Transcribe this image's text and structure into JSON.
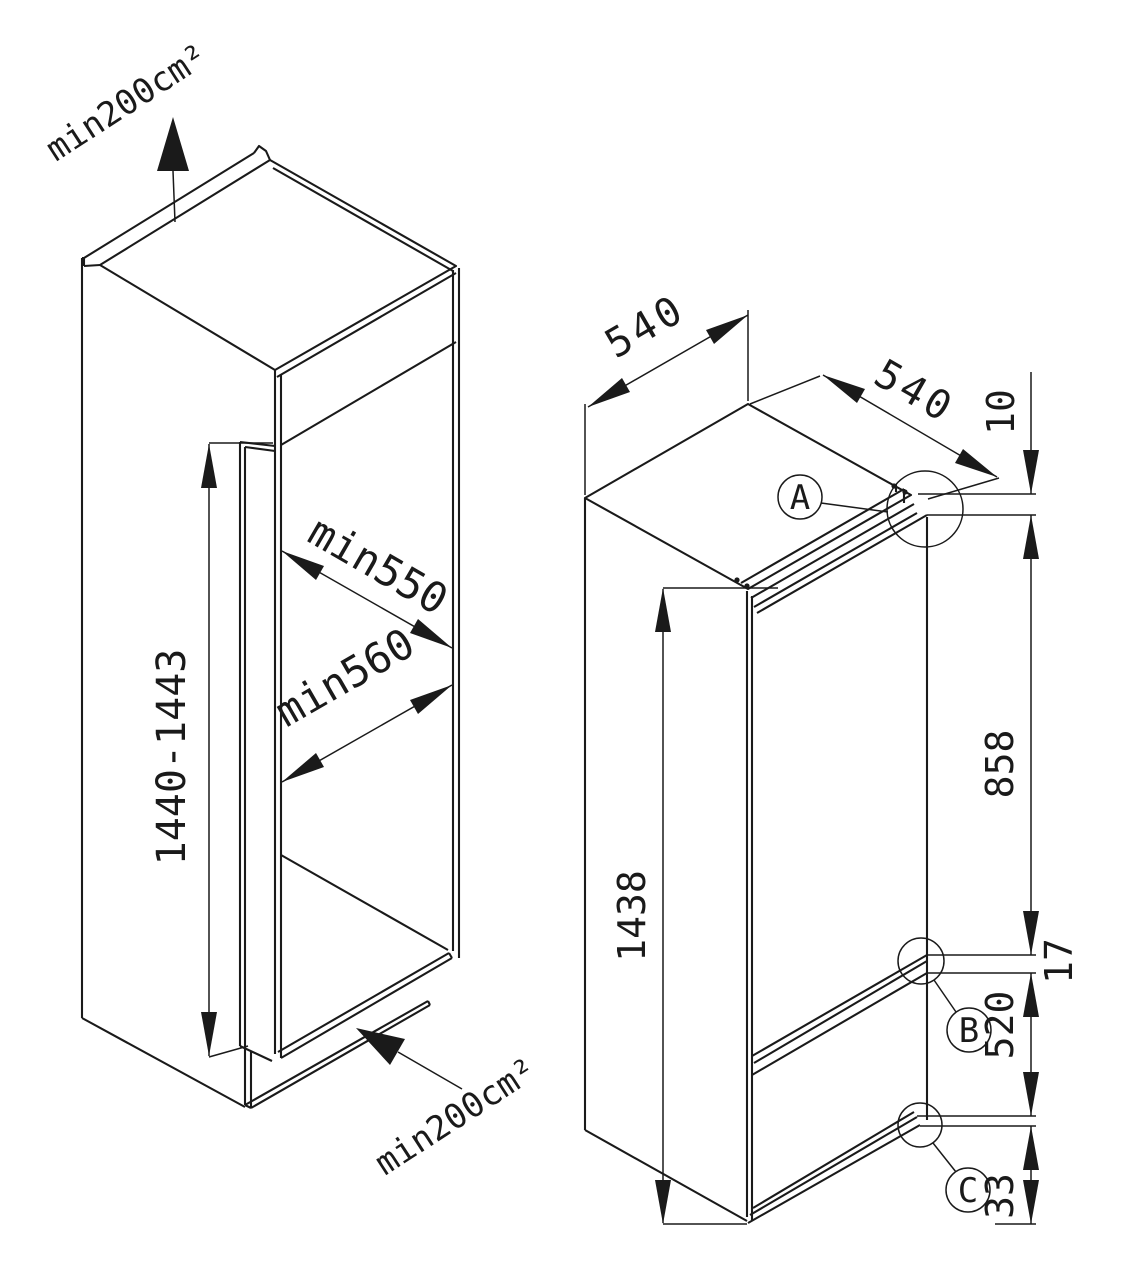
{
  "diagram": {
    "title_semantic": "built-in refrigerator niche installation drawing",
    "left_figure": {
      "vent_top_label": "min200cm²",
      "vent_bottom_label": "min200cm²",
      "niche_height_label": "1440-1443",
      "niche_depth_label": "min550",
      "niche_width_label": "min560"
    },
    "right_figure": {
      "top_depth_label": "540",
      "top_width_label": "540",
      "appliance_height_label": "1438",
      "top_gap_label": "10",
      "upper_door_label": "858",
      "door_gap_label": "17",
      "lower_door_label": "520",
      "bottom_gap_label": "33",
      "detail_a_label": "A",
      "detail_b_label": "B",
      "detail_c_label": "C"
    },
    "colors": {
      "line": "#1a1a1a",
      "background": "#ffffff"
    }
  }
}
